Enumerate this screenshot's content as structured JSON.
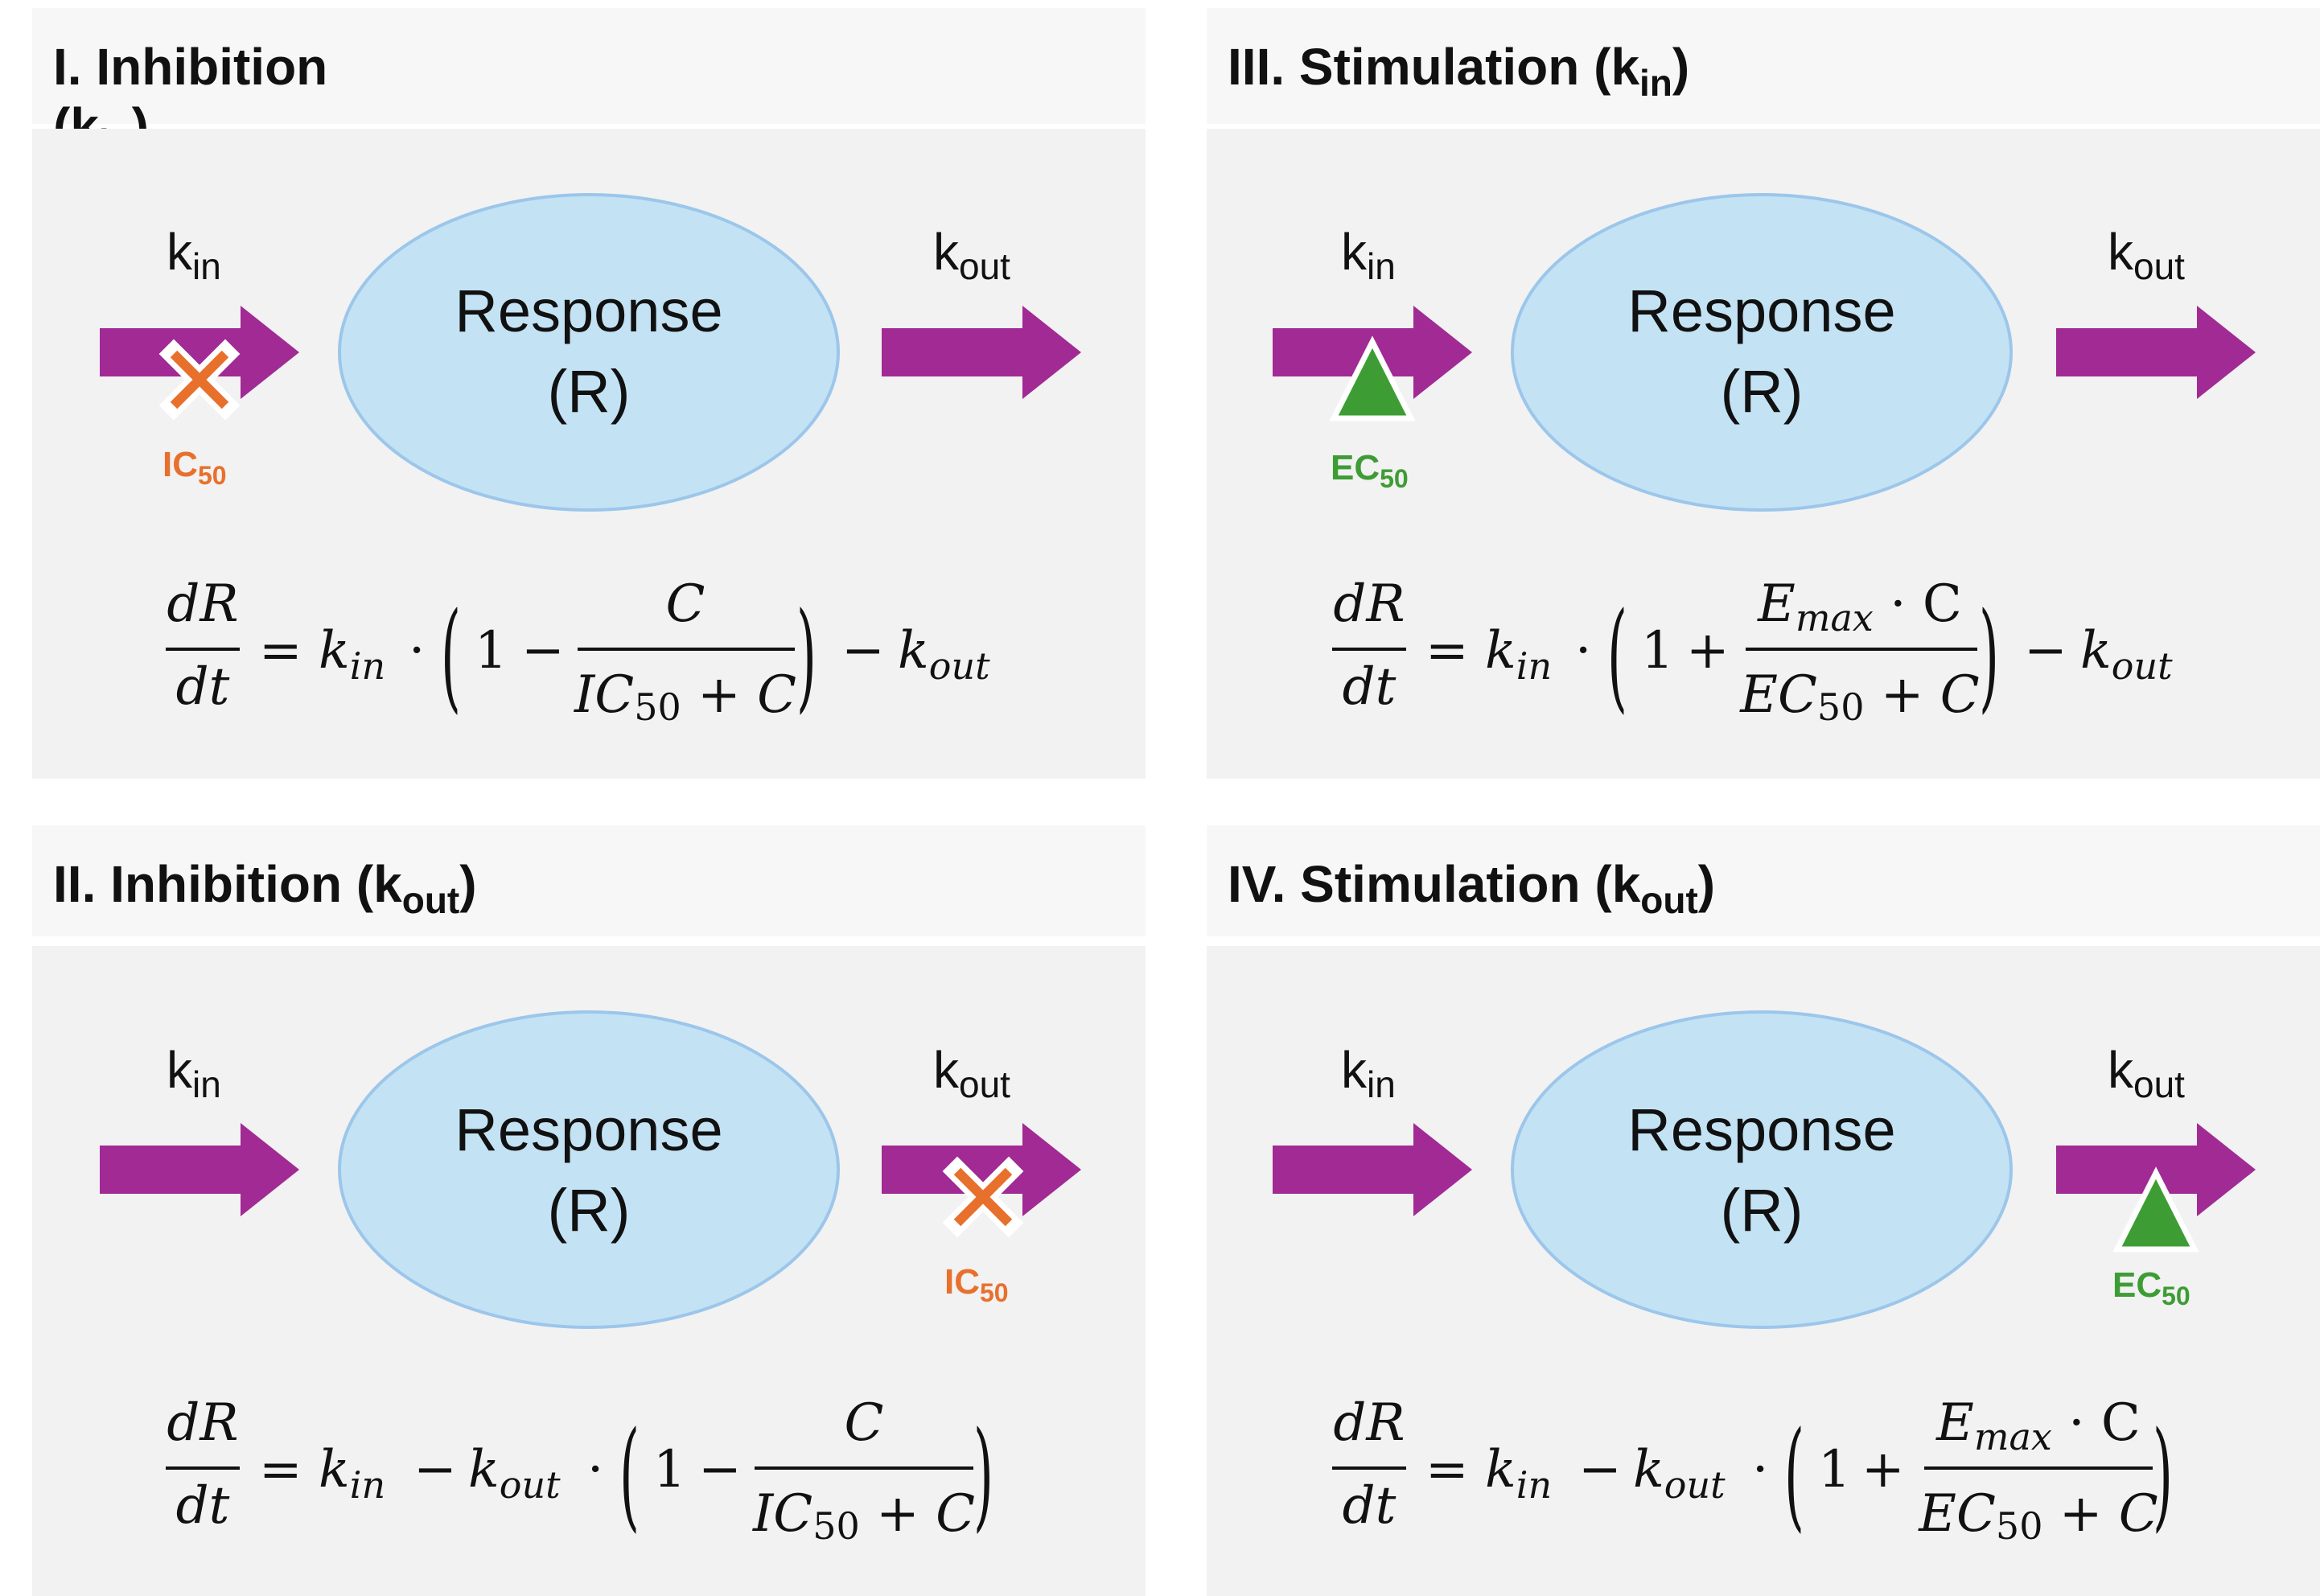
{
  "panels": {
    "p1": {
      "title_main": "I. Inhibition",
      "title_open": "(k",
      "title_sub": "in",
      "title_close": ")",
      "kin_k": "k",
      "kin_sub": "in",
      "kout_k": "k",
      "kout_sub": "out",
      "response_line1": "Response",
      "response_line2": "(R)",
      "marker_main": "IC",
      "marker_sub": "50",
      "eq": {
        "lhs_num": "dR",
        "lhs_den": "dt",
        "eqsign": "=",
        "k1": "k",
        "k1_sub": "in",
        "dot": "·",
        "paren_open": "(",
        "paren_close": ")",
        "one": "1",
        "op": "−",
        "frac_num": "C",
        "frac_den_a": "IC",
        "frac_den_sub": "50",
        "frac_den_b": " + C",
        "tail_op": "−",
        "k2": "k",
        "k2_sub": "out"
      }
    },
    "p2": {
      "title_main": "II. Inhibition (k",
      "title_sub": "out",
      "title_close": ")",
      "kin_k": "k",
      "kin_sub": "in",
      "kout_k": "k",
      "kout_sub": "out",
      "response_line1": "Response",
      "response_line2": "(R)",
      "marker_main": "IC",
      "marker_sub": "50",
      "eq": {
        "lhs_num": "dR",
        "lhs_den": "dt",
        "eqsign": "=",
        "k1": "k",
        "k1_sub": "in",
        "minus": "−",
        "k2": "k",
        "k2_sub": "out",
        "dot": "·",
        "paren_open": "(",
        "paren_close": ")",
        "one": "1",
        "op": "−",
        "frac_num": "C",
        "frac_den_a": "IC",
        "frac_den_sub": "50",
        "frac_den_b": " + C"
      }
    },
    "p3": {
      "title_main": "III. Stimulation (k",
      "title_sub": "in",
      "title_close": ")",
      "kin_k": "k",
      "kin_sub": "in",
      "kout_k": "k",
      "kout_sub": "out",
      "response_line1": "Response",
      "response_line2": "(R)",
      "marker_main": "EC",
      "marker_sub": "50",
      "eq": {
        "lhs_num": "dR",
        "lhs_den": "dt",
        "eqsign": "=",
        "k1": "k",
        "k1_sub": "in",
        "dot": "·",
        "paren_open": "(",
        "paren_close": ")",
        "one": "1",
        "op": "+",
        "frac_num_a": "E",
        "frac_num_sub": "max",
        "frac_num_b": " · C",
        "frac_den_a": "EC",
        "frac_den_sub": "50",
        "frac_den_b": " + C",
        "tail_op": "−",
        "k2": "k",
        "k2_sub": "out"
      }
    },
    "p4": {
      "title_main": "IV. Stimulation (k",
      "title_sub": "out",
      "title_close": ")",
      "kin_k": "k",
      "kin_sub": "in",
      "kout_k": "k",
      "kout_sub": "out",
      "response_line1": "Response",
      "response_line2": "(R)",
      "marker_main": "EC",
      "marker_sub": "50",
      "eq": {
        "lhs_num": "dR",
        "lhs_den": "dt",
        "eqsign": "=",
        "k1": "k",
        "k1_sub": "in",
        "minus": "−",
        "k2": "k",
        "k2_sub": "out",
        "dot": "·",
        "paren_open": "(",
        "paren_close": ")",
        "one": "1",
        "op": "+",
        "frac_num_a": "E",
        "frac_num_sub": "max",
        "frac_num_b": " · C",
        "frac_den_a": "EC",
        "frac_den_sub": "50",
        "frac_den_b": " + C"
      }
    }
  },
  "colors": {
    "arrow": "#a12a94",
    "ellipse_fill": "#c3e3f5",
    "ellipse_stroke": "#9cc6ea",
    "inhibit": "#e8702d",
    "stimulate": "#3e9c35",
    "header_bg": "#f7f7f7",
    "body_bg": "#f2f2f2"
  },
  "icons": {
    "inhibit_marker": "x-cross-icon",
    "stimulate_marker": "up-triangle-icon",
    "flow_arrow": "right-arrow-icon"
  }
}
